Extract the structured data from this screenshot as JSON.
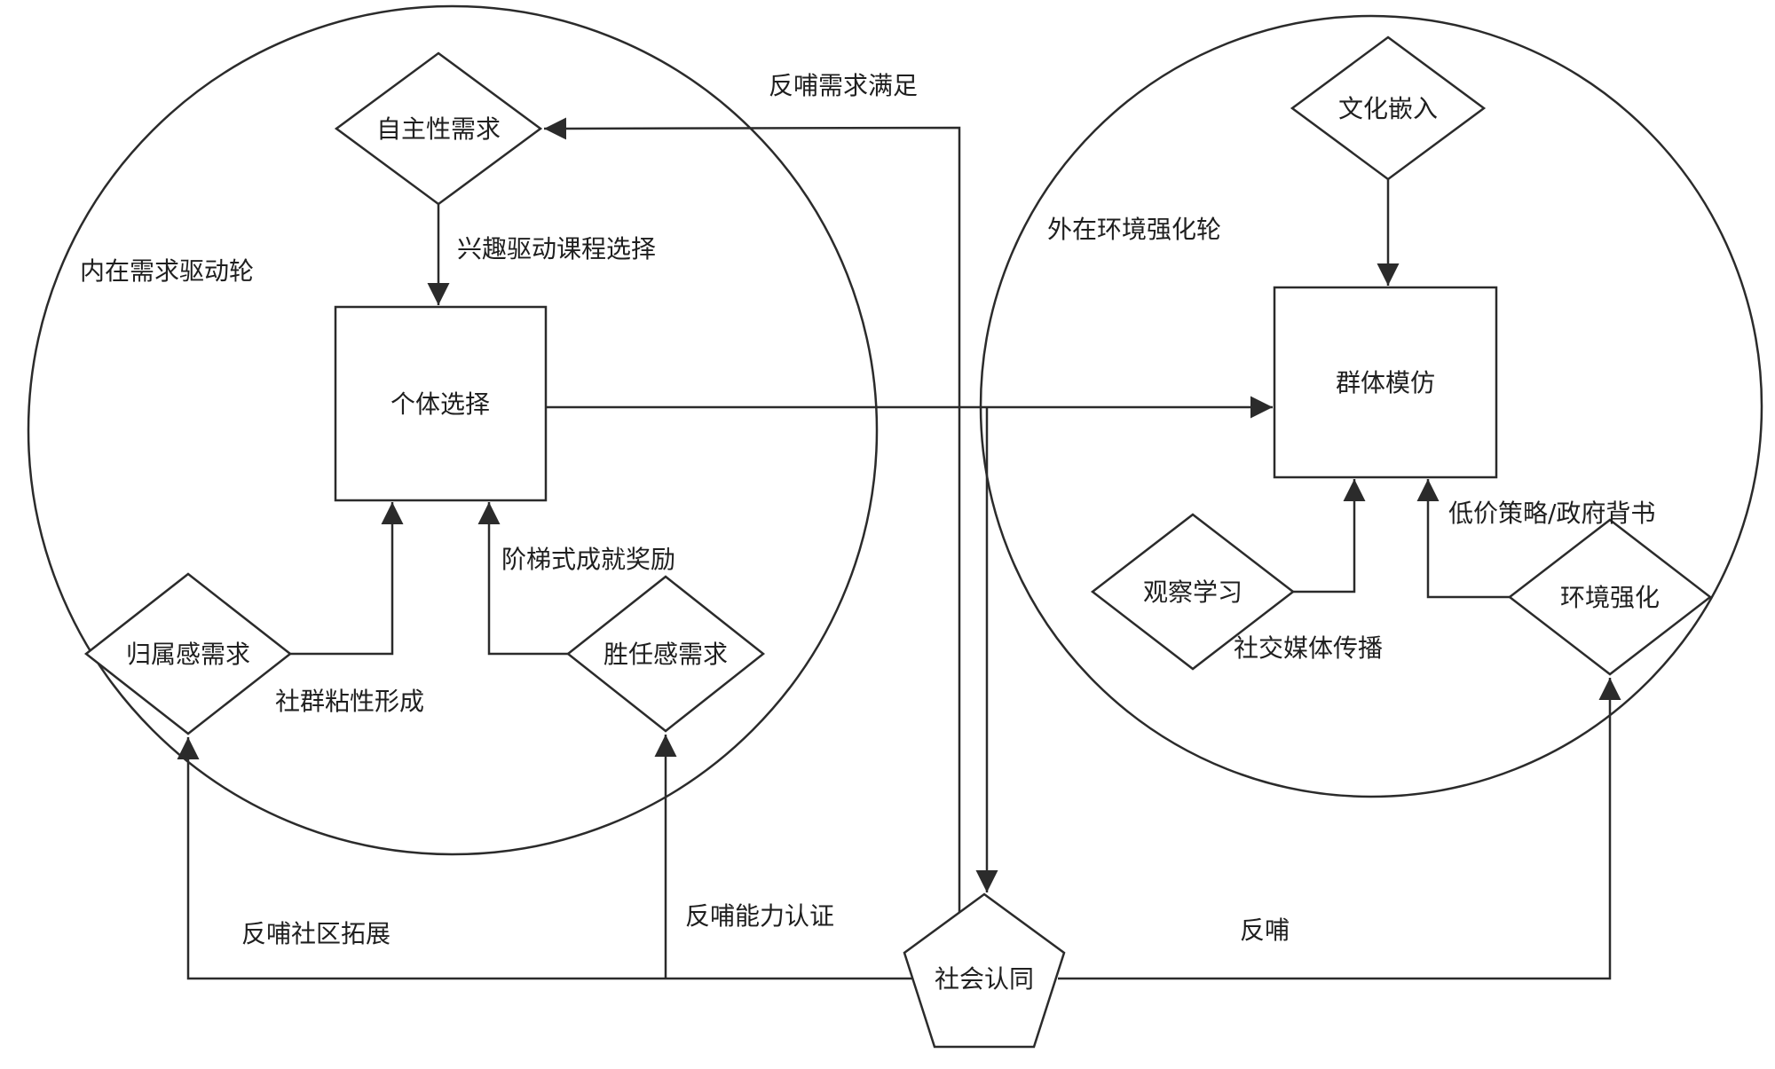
{
  "diagram": {
    "left_wheel": {
      "title": "内在需求驱动轮",
      "nodes": {
        "autonomy": "自主性需求",
        "individual_choice": "个体选择",
        "belonging": "归属感需求",
        "competence": "胜任感需求"
      },
      "edges": {
        "interest_course": "兴趣驱动课程选择",
        "community_sticky": "社群粘性形成",
        "tiered_reward": "阶梯式成就奖励"
      }
    },
    "right_wheel": {
      "title": "外在环境强化轮",
      "nodes": {
        "culture_embed": "文化嵌入",
        "group_imitation": "群体模仿",
        "observe_learning": "观察学习",
        "env_reinforce": "环境强化"
      },
      "edges": {
        "social_media": "社交媒体传播",
        "low_price": "低价策略/政府背书"
      }
    },
    "center": {
      "social_identity": "社会认同",
      "feedback_need": "反哺需求满足",
      "feedback_community": "反哺社区拓展",
      "feedback_ability": "反哺能力认证",
      "feedback_short": "反哺"
    },
    "colors": {
      "stroke": "#2b2b2b",
      "background": "#ffffff",
      "text": "#1f1f1f"
    }
  }
}
